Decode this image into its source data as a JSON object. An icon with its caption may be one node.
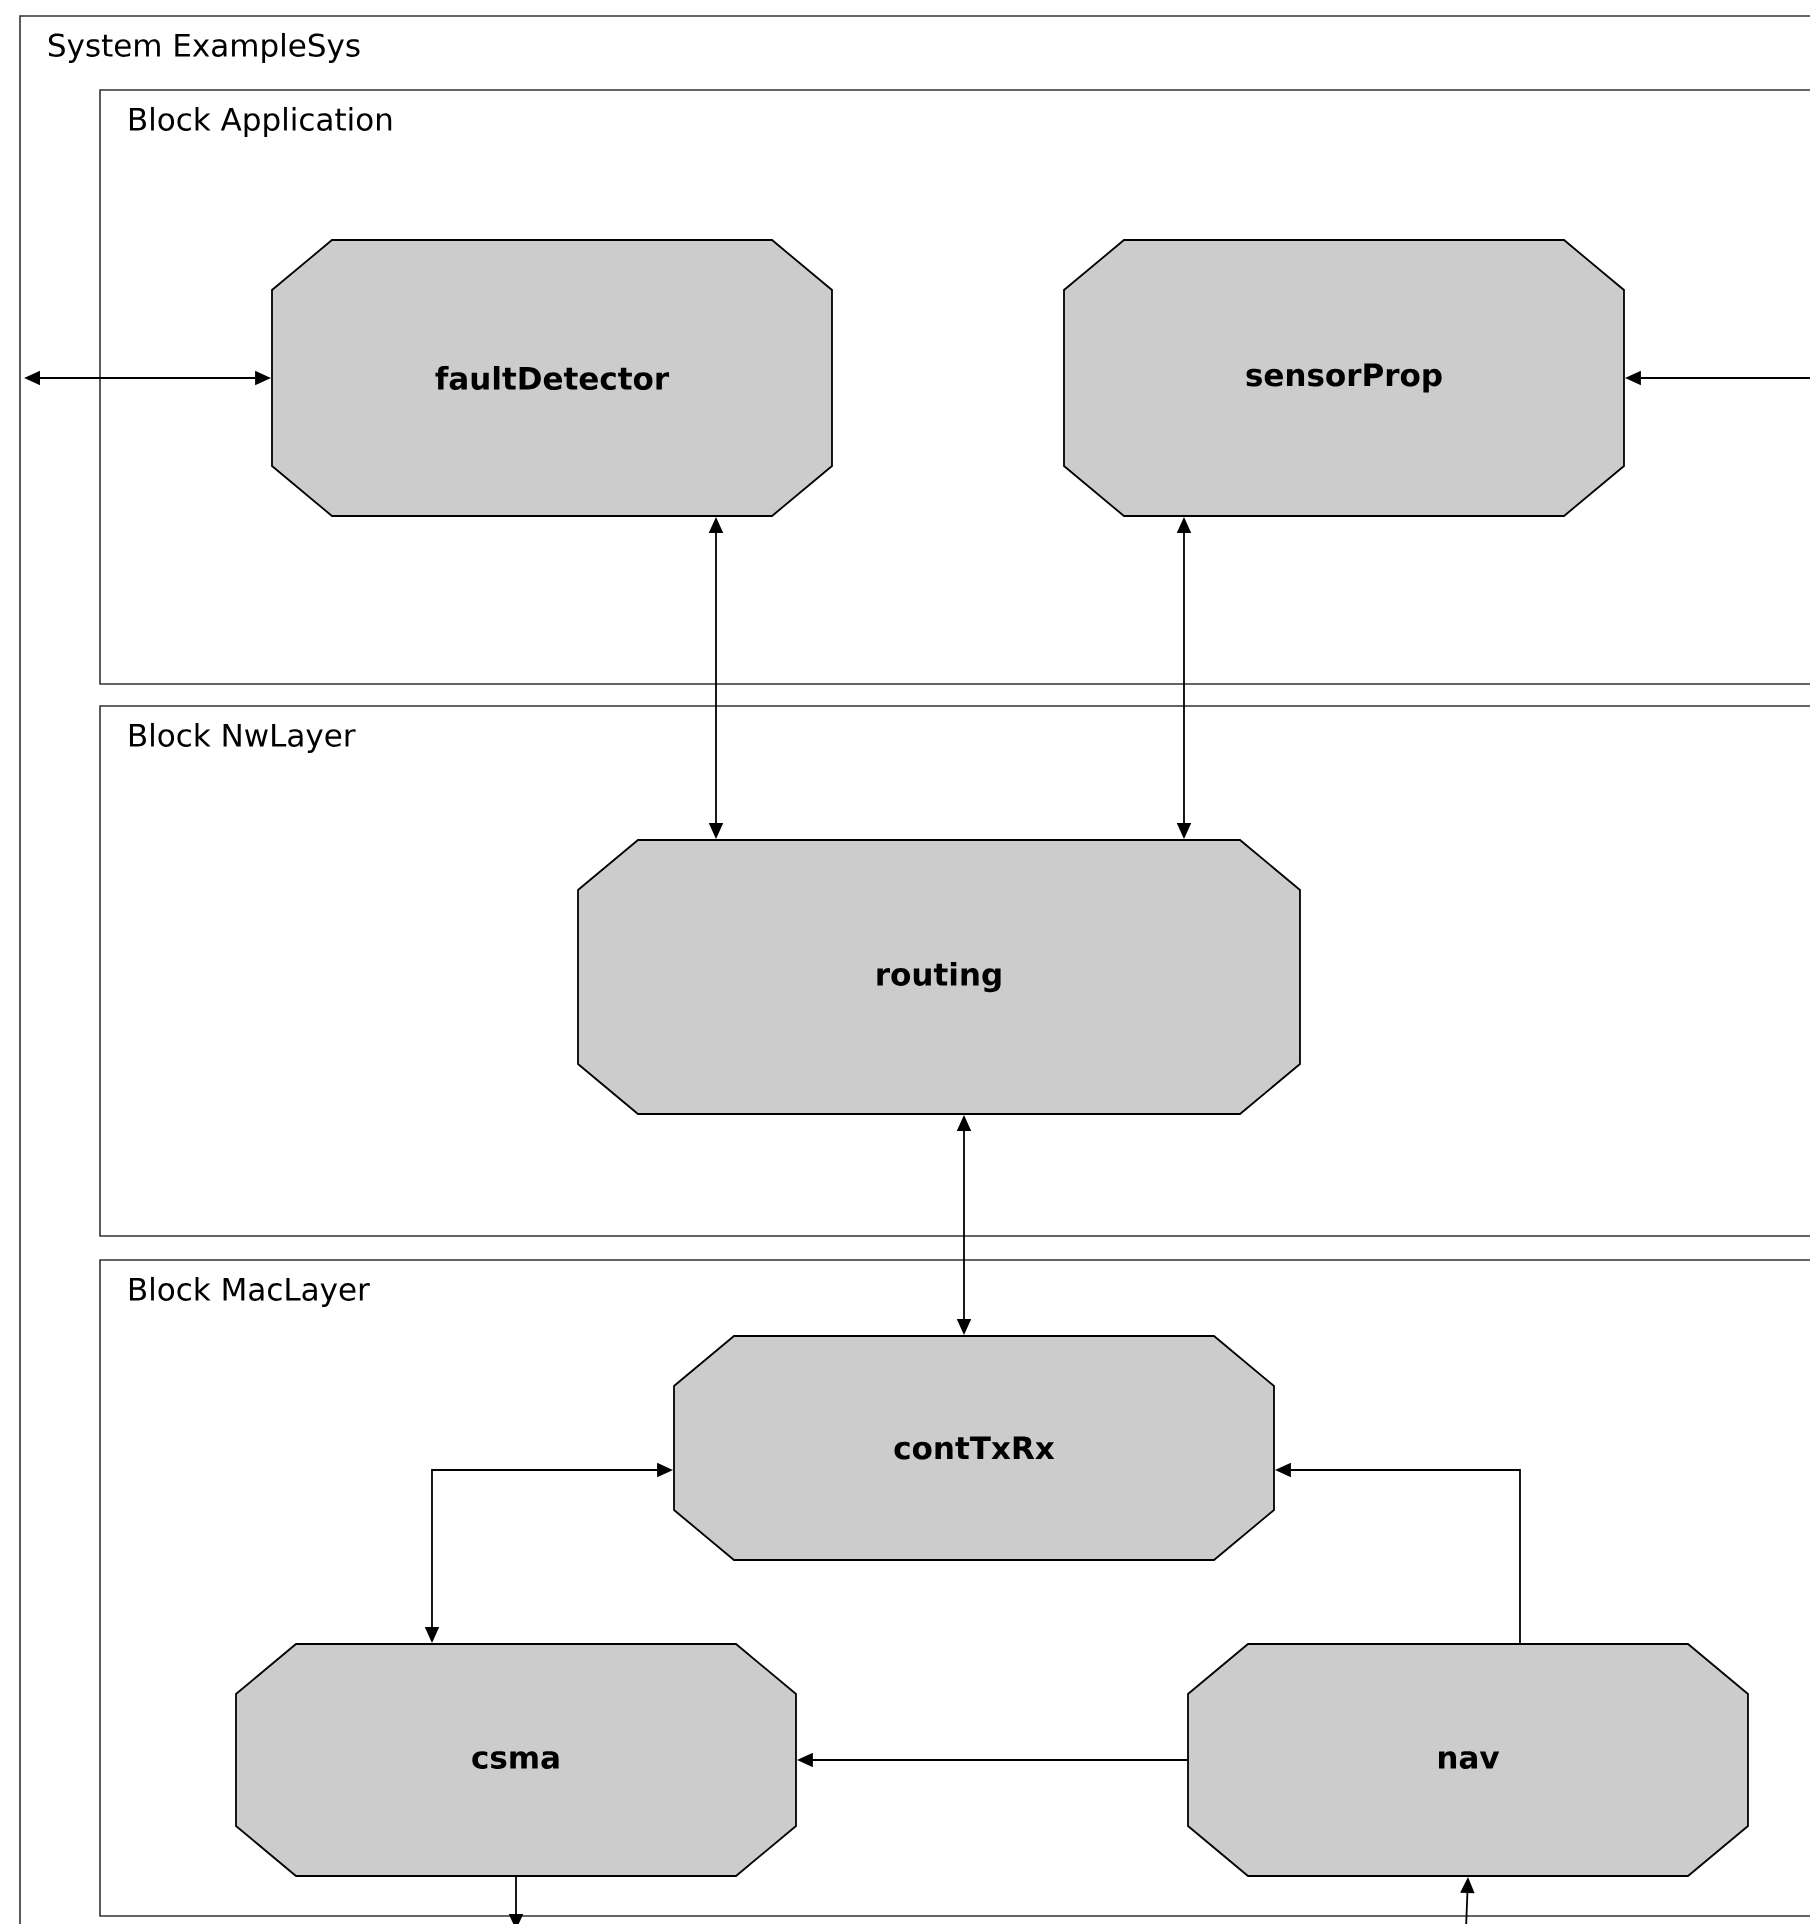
{
  "diagram": {
    "nodes": [
      {
        "text": [
          "System ExampleSys"
        ]
      },
      {
        "text": [
          "Block Application"
        ],
        "in": 0
      },
      {
        "text": [
          "faultDetector"
        ],
        "in": 1
      },
      {
        "text": [
          "sensorProp"
        ],
        "in": 1
      },
      {
        "text": [
          "Block NwLayer"
        ],
        "in": 0
      },
      {
        "text": [
          "routing"
        ],
        "in": 4
      },
      {
        "text": [
          "Block MacLayer"
        ],
        "in": 0
      },
      {
        "text": [
          "contTxRx"
        ],
        "in": 6
      },
      {
        "text": [
          "csma"
        ],
        "in": 6
      },
      {
        "text": [
          "nav"
        ],
        "in": 6
      }
    ],
    "edges": [
      {
        "from": null,
        "to": 2,
        "arrow": "both"
      },
      {
        "from": null,
        "to": 3,
        "arrow": "to"
      },
      {
        "from": 2,
        "to": 5,
        "arrow": "both"
      },
      {
        "from": 3,
        "to": 5,
        "arrow": "both"
      },
      {
        "from": 5,
        "to": 7,
        "arrow": "both"
      },
      {
        "from": 7,
        "to": 8,
        "arrow": "both"
      },
      {
        "from": 9,
        "to": 8,
        "arrow": "to"
      },
      {
        "from": 9,
        "to": 7,
        "arrow": "to"
      },
      {
        "from": 8,
        "to": null,
        "arrow": "to"
      },
      {
        "from": null,
        "to": 9,
        "arrow": "to"
      }
    ]
  }
}
